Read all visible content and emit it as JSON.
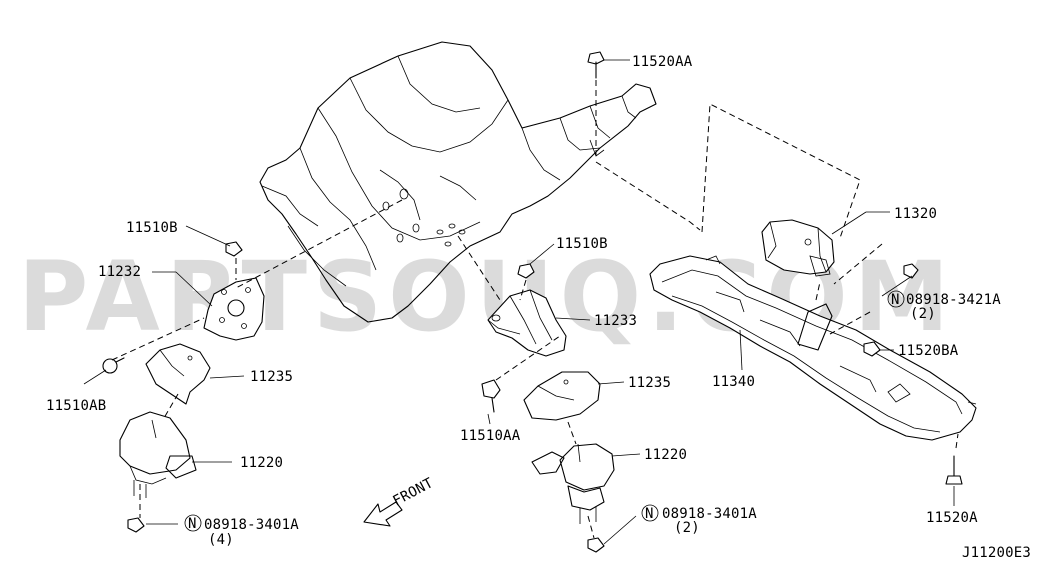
{
  "watermark": "PARTSOUQ.COM",
  "diagram_code": "J11200E3",
  "front_label": "FRONT",
  "labels": {
    "bolt_top": "11520AA",
    "bracket_cover": "11320",
    "nut_left": "11510B",
    "nut_mid": "11510B",
    "bracket_left": "11232",
    "bracket_right": "11233",
    "nut_bracket": "08918-3421A",
    "nut_bracket_qty": "(2)",
    "nut_ba": "11520BA",
    "bolt_left": "11510AB",
    "insulator_left_shield": "11235",
    "insulator_right_shield": "11235",
    "member": "11340",
    "bolt_mid": "11510AA",
    "insulator_left": "11220",
    "insulator_right": "11220",
    "nut_left_bottom": "08918-3401A",
    "nut_left_bottom_qty": "(4)",
    "nut_right_bottom": "08918-3401A",
    "nut_right_bottom_qty": "(2)",
    "bolt_a": "11520A"
  }
}
